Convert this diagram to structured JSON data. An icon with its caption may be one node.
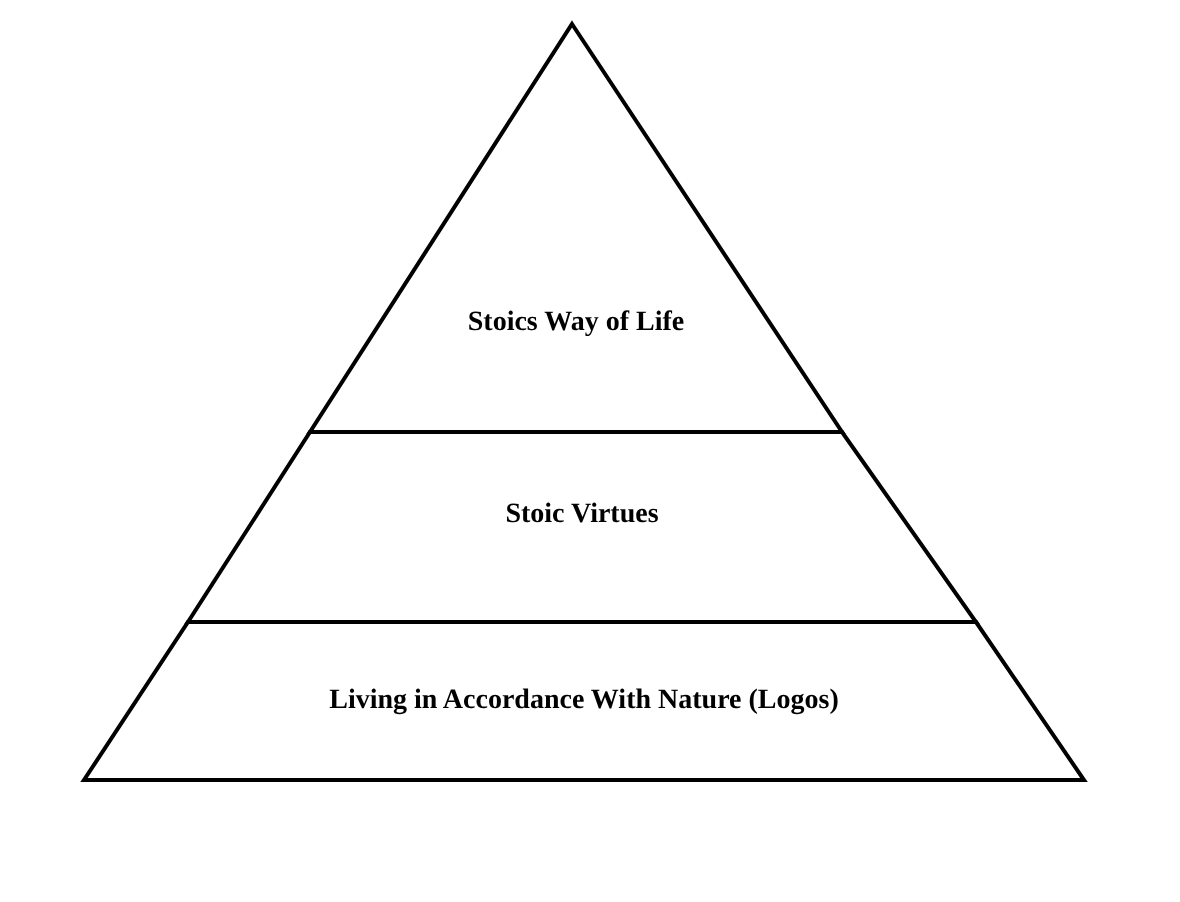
{
  "diagram": {
    "nodes": [
      {
        "text": [
          "Stoics Way of Life"
        ]
      },
      {
        "text": [
          "Stoic Virtues"
        ]
      },
      {
        "text": [
          "Living in Accordance With Nature (Logos)"
        ]
      }
    ]
  }
}
